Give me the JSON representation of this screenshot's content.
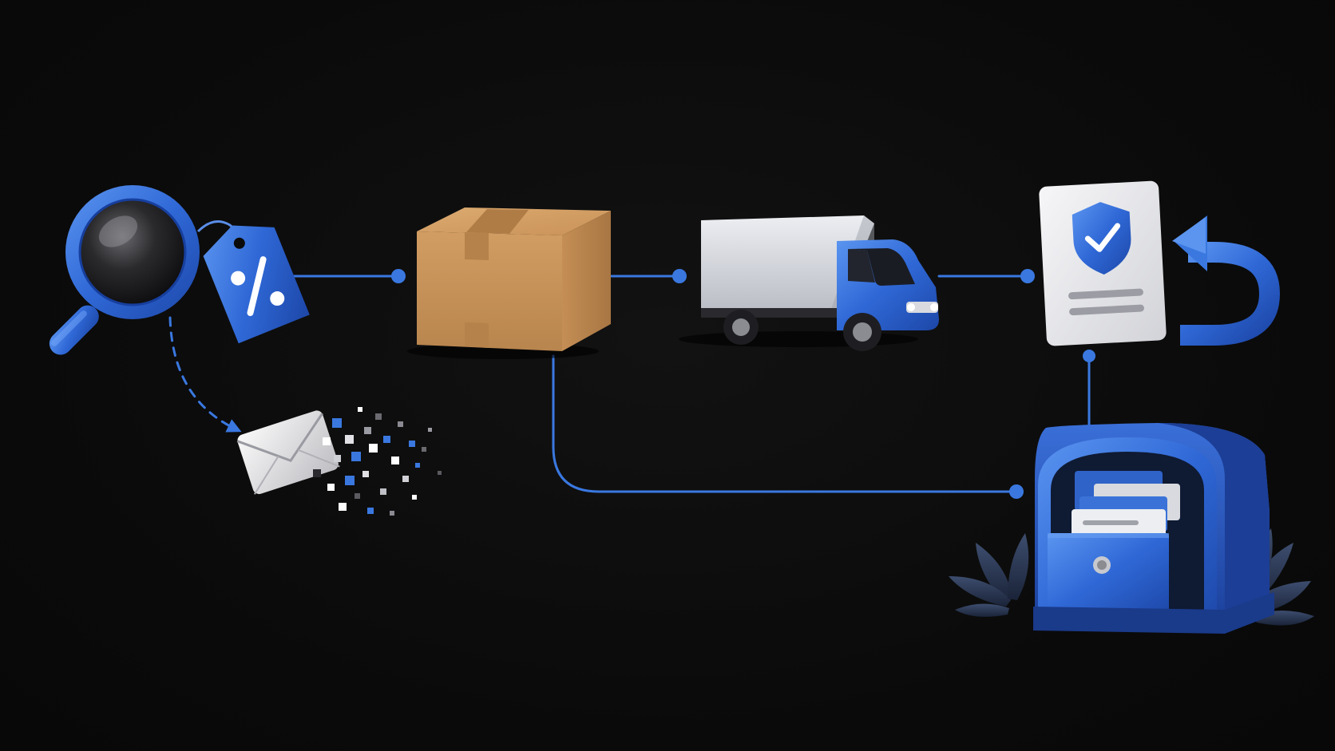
{
  "colors": {
    "background": "#0a0a0a",
    "accent": "#3a78e0",
    "accent_dark": "#1f4fb3",
    "cardboard": "#c9955c",
    "paper": "#e8e8ea",
    "truck_body": "#d4d6dc"
  },
  "nodes": [
    {
      "id": "discover",
      "icon": "magnifier-price-tag-icon"
    },
    {
      "id": "email",
      "icon": "dissolving-email-icon"
    },
    {
      "id": "package",
      "icon": "cardboard-box-icon"
    },
    {
      "id": "shipping",
      "icon": "delivery-truck-icon"
    },
    {
      "id": "warranty",
      "icon": "shield-document-icon"
    },
    {
      "id": "return",
      "icon": "return-arrow-icon"
    },
    {
      "id": "mailbox",
      "icon": "mailbox-icon"
    }
  ],
  "connections": [
    {
      "from": "discover",
      "to": "package",
      "style": "solid"
    },
    {
      "from": "package",
      "to": "shipping",
      "style": "solid"
    },
    {
      "from": "shipping",
      "to": "warranty",
      "style": "solid"
    },
    {
      "from": "discover",
      "to": "email",
      "style": "dashed"
    },
    {
      "from": "package",
      "to": "mailbox",
      "style": "solid"
    },
    {
      "from": "mailbox",
      "to": "warranty",
      "style": "solid"
    }
  ]
}
